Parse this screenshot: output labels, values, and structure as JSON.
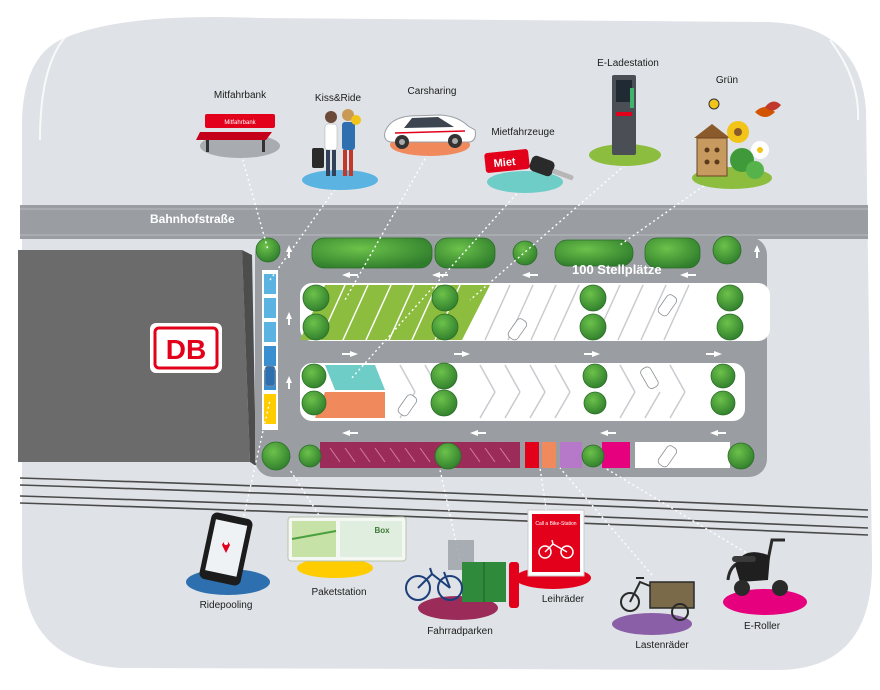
{
  "street_name": "Bahnhofstraße",
  "capacity_label": "100 Stellplätze",
  "logo_text": "DB",
  "sign_texts": {
    "bench": "Mitfahrbank",
    "miet": "Miet",
    "packstation": "Box",
    "call_a_bike": "Call a Bike-Station"
  },
  "services": [
    {
      "id": "mitfahrbank",
      "label": "Mitfahrbank"
    },
    {
      "id": "kiss-ride",
      "label": "Kiss&Ride"
    },
    {
      "id": "carsharing",
      "label": "Carsharing"
    },
    {
      "id": "mietfahrzeuge",
      "label": "Mietfahrzeuge"
    },
    {
      "id": "e-ladestation",
      "label": "E-Ladestation"
    },
    {
      "id": "gruen",
      "label": "Grün"
    },
    {
      "id": "ridepooling",
      "label": "Ridepooling"
    },
    {
      "id": "paketstation",
      "label": "Paketstation"
    },
    {
      "id": "fahrradparken",
      "label": "Fahrradparken"
    },
    {
      "id": "leihraeder",
      "label": "Leihräder"
    },
    {
      "id": "lastenraeder",
      "label": "Lastenräder"
    },
    {
      "id": "e-roller",
      "label": "E-Roller"
    }
  ],
  "colors": {
    "background": "#dfe2e6",
    "road": "#9a9ea3",
    "station": "#6b6b6b",
    "db_red": "#e2001a",
    "carsharing_green": "#8cbd3f",
    "mietfahrzeuge_teal": "#6ecdc6",
    "ridepooling_orange": "#f08a5d",
    "bike_parking": "#9b2c5a",
    "e_scooter_pink": "#e6007e",
    "kiss_ride_blue": "#5bb3e1",
    "paket_yellow": "#ffcc00",
    "tree_green": "#3f9b3a"
  }
}
